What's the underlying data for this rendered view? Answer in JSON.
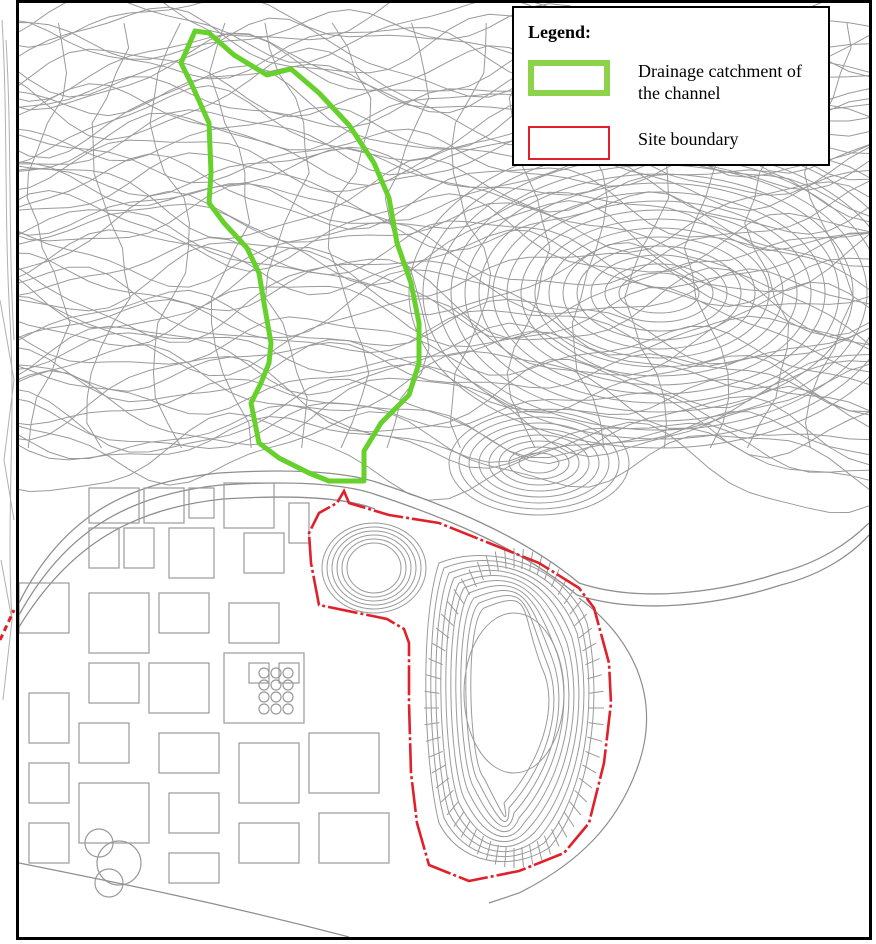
{
  "legend": {
    "title": "Legend:",
    "items": [
      {
        "label": "Drainage catchment of the channel",
        "color": "#8cd24a",
        "style": "thick-outline"
      },
      {
        "label": "Site boundary",
        "color": "#e0202a",
        "style": "thin-outline"
      }
    ]
  },
  "colors": {
    "contour": "#9a9a9a",
    "catchment": "#66d12a",
    "site_boundary": "#e0202a",
    "frame": "#000000",
    "background": "#ffffff"
  }
}
